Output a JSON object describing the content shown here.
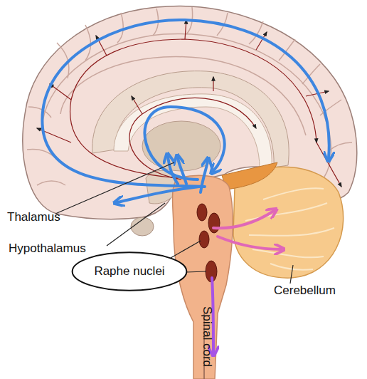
{
  "diagram": {
    "nodes": [
      {
        "text": [
          "Raphe nuclei"
        ]
      }
    ],
    "labels": [
      "Thalamus",
      "Hypothalamus",
      "Cerebellum",
      "Spinal cord"
    ]
  }
}
